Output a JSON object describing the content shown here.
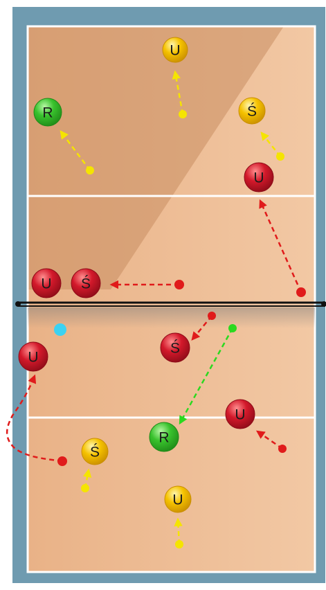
{
  "colors": {
    "surround": "#6f9bb0",
    "court_light": "#efbf98",
    "court_dark": "#d99a6c",
    "line": "#ffffff",
    "net": "#111111",
    "yellow_player": "#f5c200",
    "green_player": "#39c22d",
    "red_player": "#d3192b",
    "yellow_arrow": "#f5e400",
    "green_arrow": "#2bd91f",
    "red_arrow": "#e01b1b",
    "ball": "#3cd2f2"
  },
  "players": [
    {
      "id": "top-u-1",
      "label": "U",
      "color": "yellow"
    },
    {
      "id": "top-r",
      "label": "R",
      "color": "green"
    },
    {
      "id": "top-s-yellow",
      "label": "Ś",
      "color": "yellow"
    },
    {
      "id": "top-u-red",
      "label": "U",
      "color": "red"
    },
    {
      "id": "net-u-red",
      "label": "U",
      "color": "red"
    },
    {
      "id": "net-s-red",
      "label": "Ś",
      "color": "red"
    },
    {
      "id": "bottom-s-red",
      "label": "Ś",
      "color": "red"
    },
    {
      "id": "bottom-u-red-left",
      "label": "U",
      "color": "red"
    },
    {
      "id": "bottom-u-red-right",
      "label": "U",
      "color": "red"
    },
    {
      "id": "bottom-r",
      "label": "R",
      "color": "green"
    },
    {
      "id": "bottom-s-yellow",
      "label": "Ś",
      "color": "yellow"
    },
    {
      "id": "bottom-u-yellow",
      "label": "U",
      "color": "yellow"
    }
  ],
  "arrows": [
    {
      "id": "arrow-top-u",
      "color": "yellow"
    },
    {
      "id": "arrow-top-r",
      "color": "yellow"
    },
    {
      "id": "arrow-top-s",
      "color": "yellow"
    },
    {
      "id": "arrow-top-u-red",
      "color": "red"
    },
    {
      "id": "arrow-net-s",
      "color": "red"
    },
    {
      "id": "arrow-bottom-s-red",
      "color": "red"
    },
    {
      "id": "arrow-bottom-r",
      "color": "green"
    },
    {
      "id": "arrow-bottom-u-right",
      "color": "red"
    },
    {
      "id": "arrow-bottom-u-left",
      "color": "red"
    },
    {
      "id": "arrow-bottom-s-yellow",
      "color": "yellow"
    },
    {
      "id": "arrow-bottom-u-yellow",
      "color": "yellow"
    }
  ]
}
